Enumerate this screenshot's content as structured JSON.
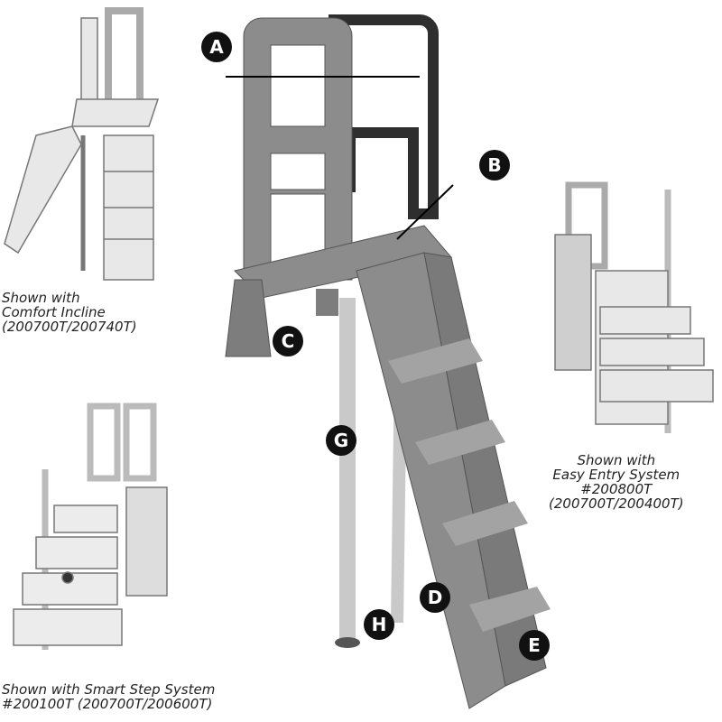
{
  "captions": {
    "comfort_incline": "Shown with\nComfort Incline\n(200700T/200740T)",
    "easy_entry": "Shown with\nEasy Entry System\n#200800T\n(200700T/200400T)",
    "smart_step": "Shown with Smart Step System\n#200100T (200700T/200600T)"
  },
  "callouts": [
    "A",
    "B",
    "C",
    "D",
    "E",
    "G",
    "H"
  ],
  "colors": {
    "ladder_gray": "#8c8c8c",
    "rail_dark": "#2e2e2e",
    "callout_bg": "#111111",
    "thumbnail_light": "#e6e6e6"
  }
}
